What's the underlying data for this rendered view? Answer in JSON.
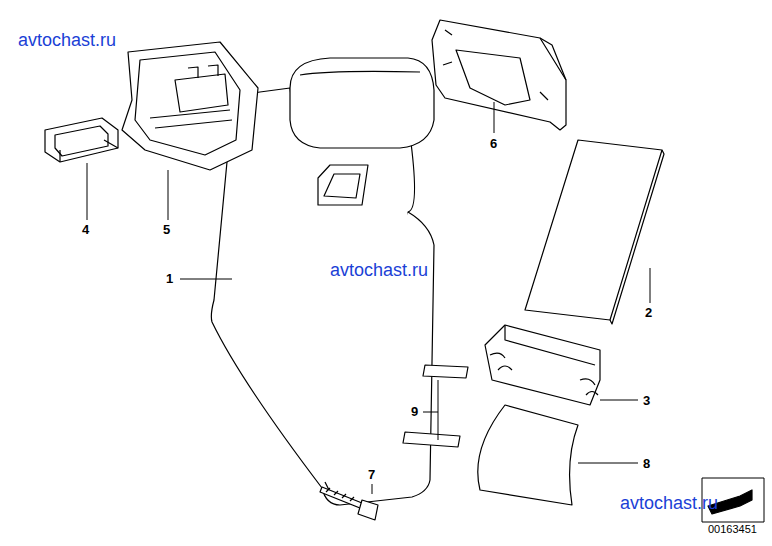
{
  "diagram": {
    "labels": [
      "avtochast.ru",
      "4",
      "5",
      "6",
      "1",
      "avtochast.ru",
      "2",
      "3",
      "9",
      "8",
      "7",
      "avtochast.ru",
      "00163451"
    ]
  }
}
